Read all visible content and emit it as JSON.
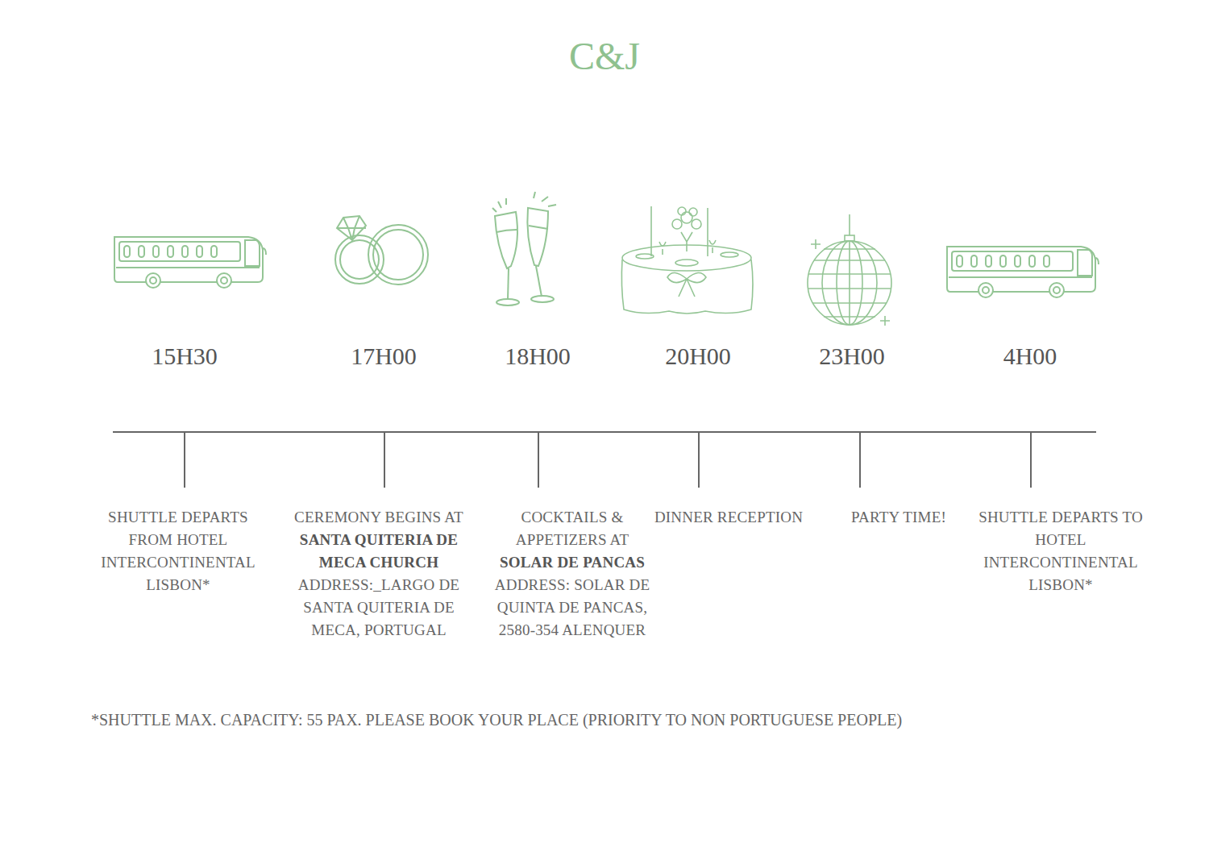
{
  "diagram": {
    "title": "C&J",
    "labels": [
      "15H30",
      "17H00",
      "18H00",
      "20H00",
      "23H00",
      "4H00",
      "SHUTTLE DEPARTS FROM HOTEL INTERCONTINENTAL LISBON*",
      "CEREMONY BEGINS AT",
      "SANTA QUITERIA DE MECA CHURCH",
      "ADDRESS:_LARGO DE SANTA QUITERIA DE MECA, PORTUGAL",
      "COCKTAILS & APPETIZERS AT",
      "SOLAR DE PANCAS",
      "ADDRESS: SOLAR DE QUINTA DE PANCAS, 2580-354 ALENQUER",
      "DINNER RECEPTION",
      "PARTY TIME!",
      "SHUTTLE DEPARTS TO HOTEL INTERCONTINENTAL LISBON*",
      "*SHUTTLE MAX. CAPACITY: 55 PAX. PLEASE BOOK YOUR PLACE (PRIORITY TO NON PORTUGUESE PEOPLE)"
    ]
  }
}
